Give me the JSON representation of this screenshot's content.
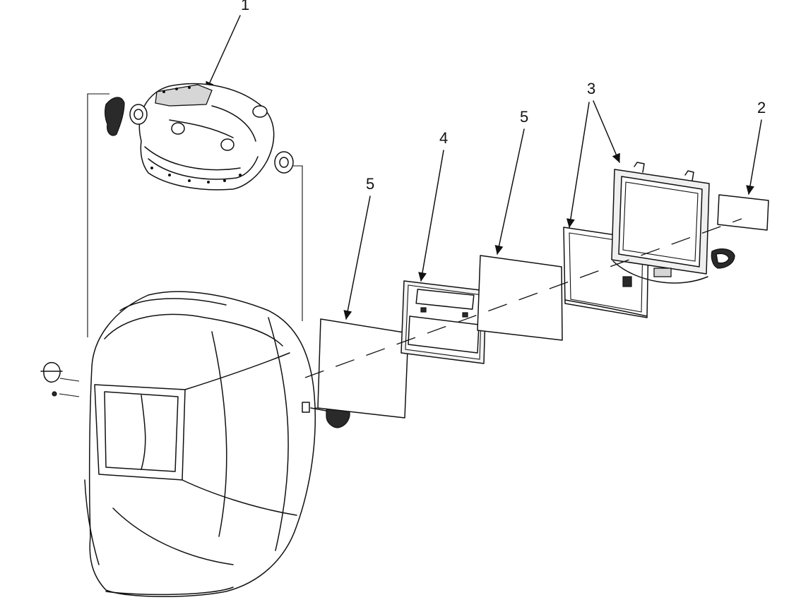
{
  "diagram": {
    "callouts": [
      {
        "id": "1",
        "text": "1"
      },
      {
        "id": "2",
        "text": "2"
      },
      {
        "id": "3",
        "text": "3"
      },
      {
        "id": "4",
        "text": "4"
      },
      {
        "id": "5a",
        "text": "5"
      },
      {
        "id": "5b",
        "text": "5"
      }
    ],
    "parts": [
      "headgear",
      "helmet-shell",
      "outside-cover-lens",
      "lens-holder",
      "clear-inside-lens",
      "lens-frame",
      "filter-cartridge",
      "inside-cover-lens"
    ]
  }
}
